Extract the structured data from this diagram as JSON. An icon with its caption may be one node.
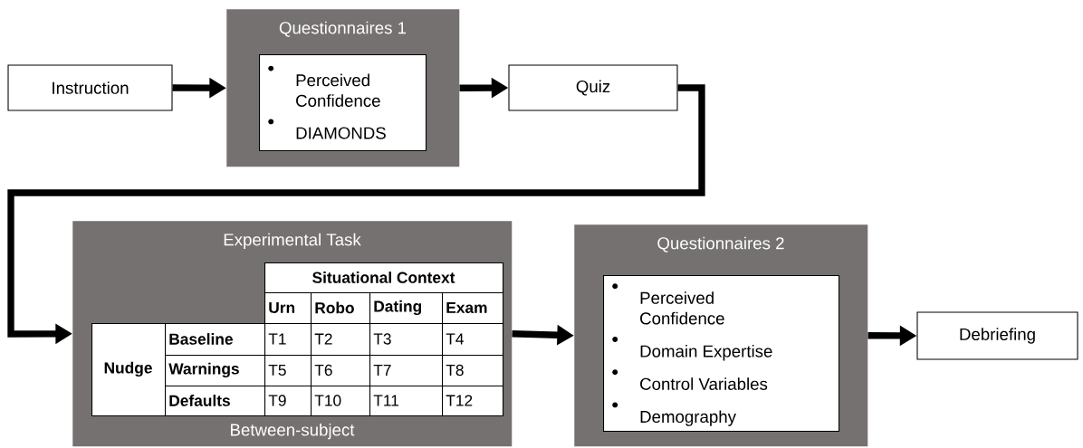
{
  "diagram": {
    "nodes": [
      {
        "text": [
          "Instruction"
        ]
      },
      {
        "text": [
          "Questionnaires 1"
        ]
      },
      {
        "text": [
          "Perceived Confidence",
          "DIAMONDS"
        ],
        "in": 1
      },
      {
        "text": [
          "Quiz"
        ]
      },
      {
        "text": [
          "Experimental Task",
          "Between-subject"
        ]
      },
      {
        "text": [
          "Questionnaires 2"
        ]
      },
      {
        "text": [
          "Perceived Confidence",
          "Domain Expertise",
          "Control Variables",
          "Demography"
        ],
        "in": 5
      },
      {
        "text": [
          "Debriefing"
        ]
      }
    ],
    "edges": [
      {
        "from": 0,
        "to": 1,
        "arrow": "to"
      },
      {
        "from": 1,
        "to": 3,
        "arrow": "to"
      },
      {
        "from": 3,
        "to": 4,
        "arrow": "to"
      },
      {
        "from": 4,
        "to": 5,
        "arrow": "to"
      },
      {
        "from": 5,
        "to": 7,
        "arrow": "to"
      }
    ],
    "labels": [
      "Situational Context",
      "Urn",
      "Robo",
      "Dating",
      "Exam",
      "Nudge",
      "Baseline",
      "T1",
      "T2",
      "T3",
      "T4",
      "Warnings",
      "T5",
      "T6",
      "T7",
      "T8",
      "Defaults",
      "T9",
      "T10",
      "T11",
      "T12"
    ]
  }
}
